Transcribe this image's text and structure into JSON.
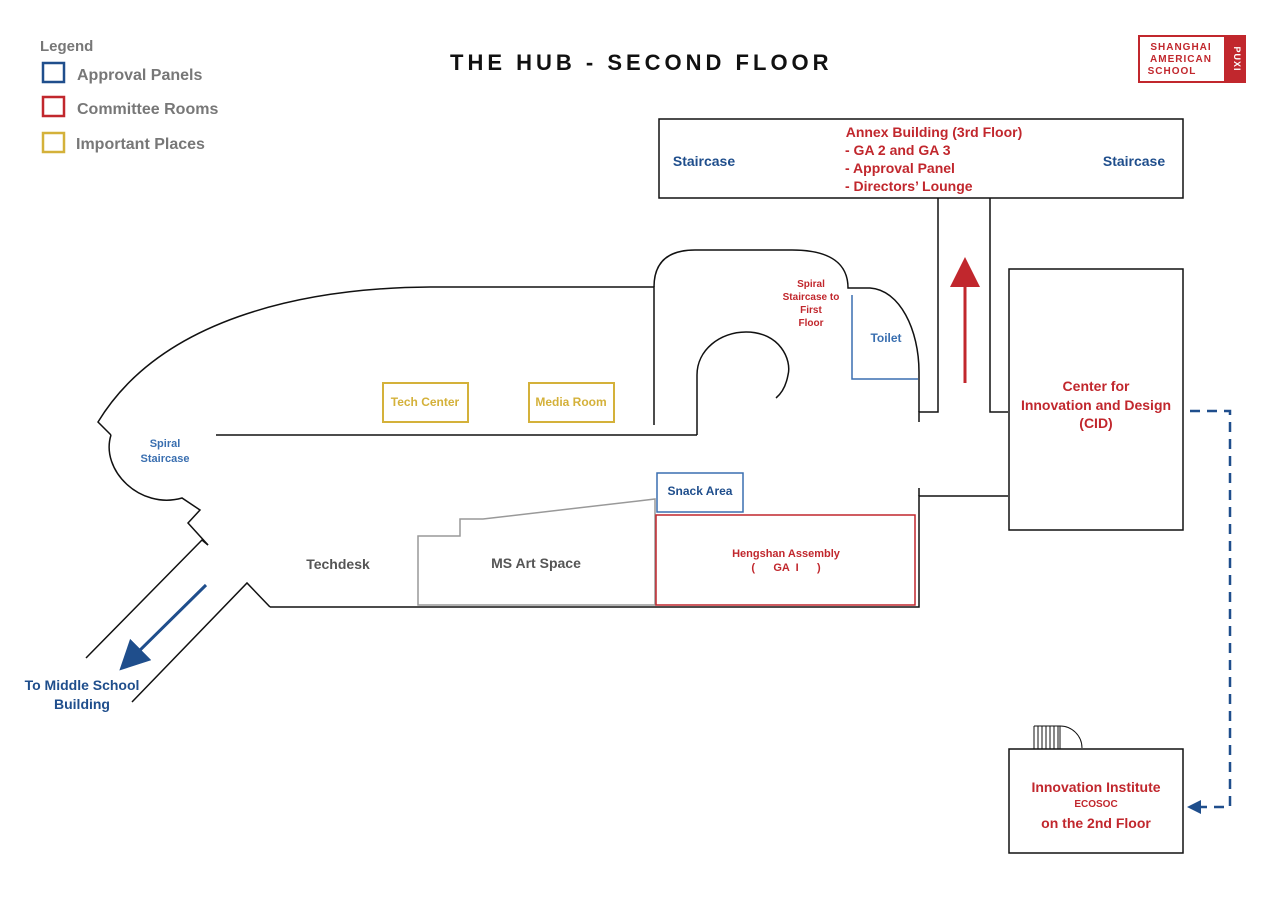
{
  "title": "THE HUB - SECOND FLOOR",
  "legend": {
    "heading": "Legend",
    "items": [
      {
        "label": "Approval Panels",
        "color": "#1f4e8c"
      },
      {
        "label": "Committee Rooms",
        "color": "#c1272d"
      },
      {
        "label": "Important Places",
        "color": "#d4b13a"
      }
    ]
  },
  "logo": {
    "line1": "SHANGHAI",
    "line2": "AMERICAN",
    "line3": "SCHOOL",
    "side": "PUXI",
    "color": "#c1272d"
  },
  "annex": {
    "title": "Annex Building (3rd Floor)",
    "items": [
      "- GA 2 and GA 3",
      "- Approval Panel",
      "- Directors’ Lounge"
    ],
    "staircase_left": "Staircase",
    "staircase_right": "Staircase"
  },
  "rooms": {
    "spiral_first_floor": [
      "Spiral",
      "Staircase to",
      "First",
      "Floor"
    ],
    "toilet": "Toilet",
    "tech_center": "Tech Center",
    "media_room": "Media Room",
    "spiral_left": [
      "Spiral",
      "Staircase"
    ],
    "cid": [
      "Center for",
      "Innovation and Design",
      "(CID)"
    ],
    "snack_area": "Snack Area",
    "hengshan": [
      "Hengshan Assembly",
      "(      GA  I      )"
    ],
    "techdesk": "Techdesk",
    "ms_art": "MS Art Space",
    "middle_school": [
      "To Middle School",
      "Building"
    ],
    "innovation": {
      "title": "Innovation Institute",
      "sub": "ECOSOC",
      "floor": "on the 2nd Floor"
    }
  },
  "colors": {
    "blue": "#1f4e8c",
    "red": "#c1272d",
    "gold": "#d4b13a",
    "lightblue": "#3a6fb0",
    "gray": "#777777",
    "wall": "#111111"
  }
}
